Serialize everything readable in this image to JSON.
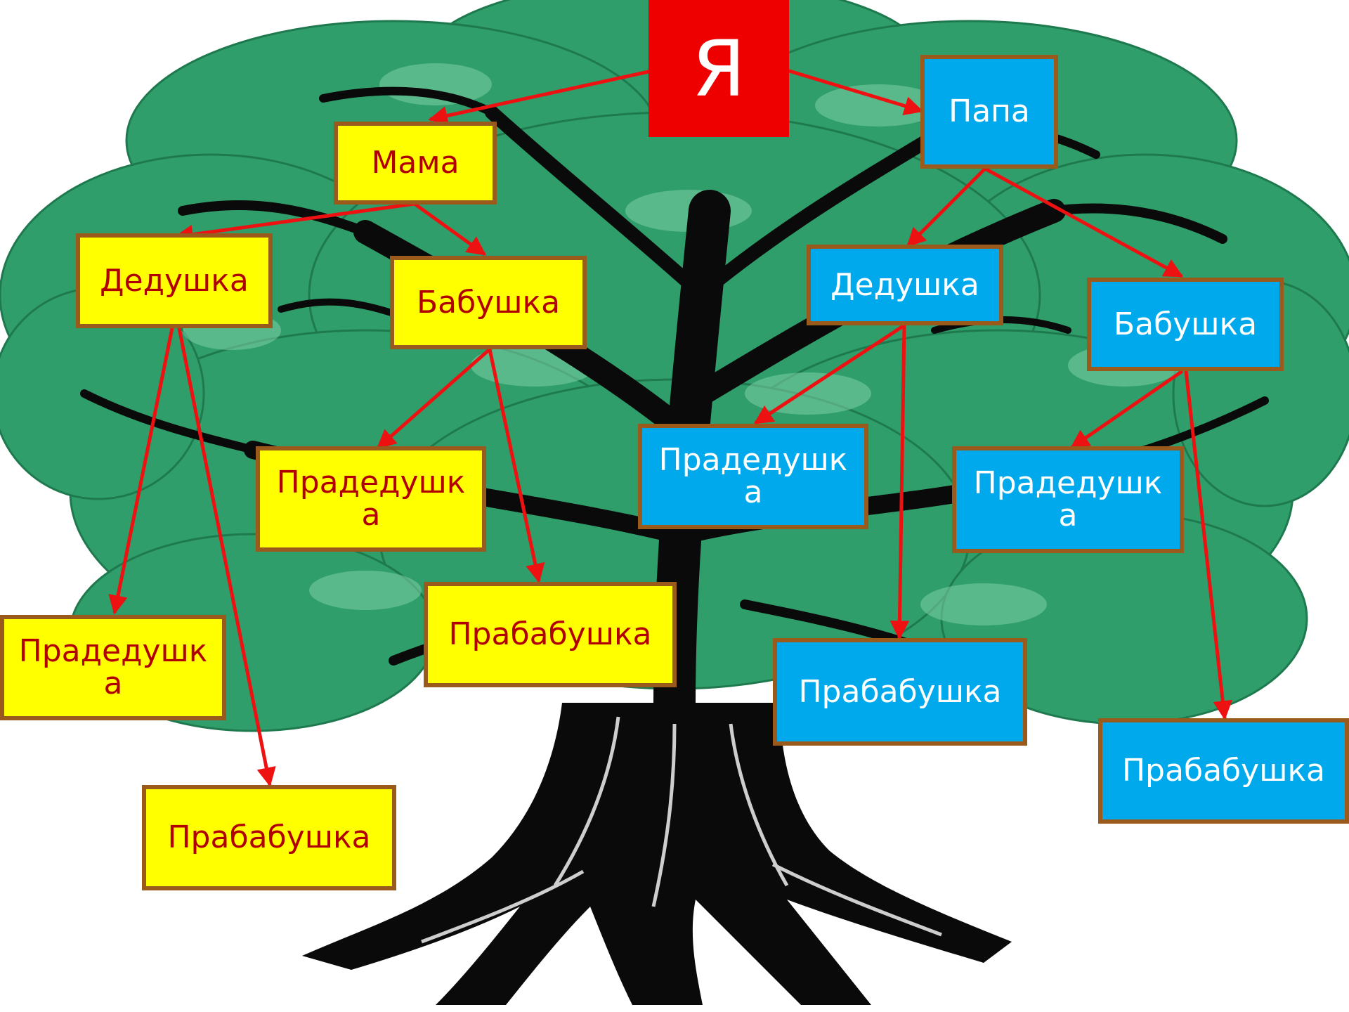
{
  "tree": {
    "me": "Я",
    "maternal": {
      "parent": "Мама",
      "grandfather": "Дедушка",
      "grandmother": "Бабушка",
      "gf_greatgrandfather": "Прадедушк\nа",
      "gf_greatgrandmother": "Прабабушка",
      "gm_greatgrandfather": "Прадедушк\nа",
      "gm_greatgrandmother": "Прабабушка"
    },
    "paternal": {
      "parent": "Папа",
      "grandfather": "Дедушка",
      "grandmother": "Бабушка",
      "gf_greatgrandfather": "Прадедушк\nа",
      "gf_greatgrandmother": "Прабабушка",
      "gm_greatgrandfather": "Прадедушк\nа",
      "gm_greatgrandmother": "Прабабушка"
    }
  },
  "colors": {
    "me_fill": "#ee0000",
    "maternal_fill": "#ffff00",
    "maternal_text": "#b00000",
    "paternal_fill": "#00a8ec",
    "paternal_text": "#ffffff",
    "border": "#9a5a1c",
    "arrow": "#ee1111",
    "foliage": "#2f9e6a",
    "trunk": "#0a0a0a"
  }
}
